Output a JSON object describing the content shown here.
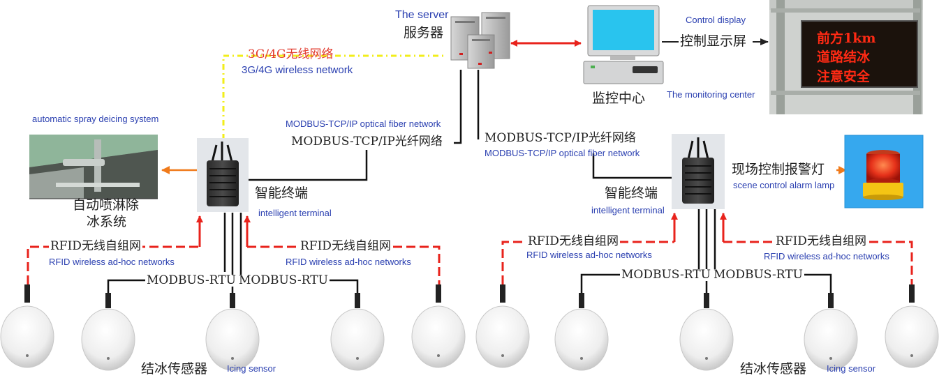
{
  "server": {
    "label_en": "The server",
    "label_cn": "服务器"
  },
  "monitor": {
    "label_cn": "监控中心",
    "label_en": "The monitoring center"
  },
  "display": {
    "label_en": "Control display",
    "label_cn": "控制显示屏",
    "led_lines": [
      "前方1km",
      "道路结冰",
      "注意安全"
    ]
  },
  "wireless": {
    "label_cn": "3G/4G无线网络",
    "label_en": "3G/4G wireless network"
  },
  "fiber_left": {
    "label_en": "MODBUS-TCP/IP optical fiber network",
    "label_cn": "MODBUS-TCP/IP光纤网络"
  },
  "fiber_right": {
    "label_cn": "MODBUS-TCP/IP光纤网络",
    "label_en": "MODBUS-TCP/IP optical fiber network"
  },
  "spray": {
    "label_en": "automatic spray deicing system",
    "label_cn_1": "自动喷淋除",
    "label_cn_2": "冰系统"
  },
  "terminal_left": {
    "label_cn": "智能终端",
    "label_en": "intelligent terminal"
  },
  "terminal_right": {
    "label_cn": "智能终端",
    "label_en": "intelligent terminal"
  },
  "alarm": {
    "label_cn": "现场控制报警灯",
    "label_en": "scene control alarm lamp"
  },
  "rfid": {
    "label_cn": "RFID无线自组网",
    "label_en": "RFID wireless ad-hoc networks"
  },
  "rtu": {
    "label": "MODBUS-RTU"
  },
  "sensor": {
    "label_cn": "结冰传感器",
    "label_en": "Icing sensor"
  },
  "colors": {
    "rfid_red": "#e8231c",
    "wireless_yellow": "#f2ee1a",
    "arrow_orange": "#f07a1a",
    "led_red": "#ff2a14",
    "text_blue": "#2a3fb0"
  }
}
